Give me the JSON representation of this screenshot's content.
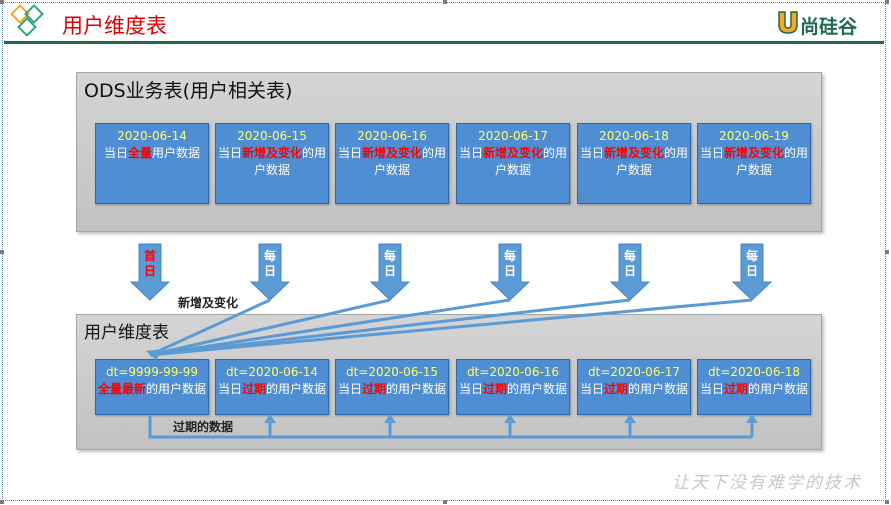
{
  "header": {
    "title": "用户维度表",
    "brand": "尚硅谷"
  },
  "ods_panel": {
    "title": "ODS业务表(用户相关表)",
    "boxes": [
      {
        "date": "2020-06-14",
        "pre": "当日",
        "highlight": "全量",
        "post": "用户数据"
      },
      {
        "date": "2020-06-15",
        "pre": "当日",
        "highlight": "新增及变化",
        "post": "的用户数据"
      },
      {
        "date": "2020-06-16",
        "pre": "当日",
        "highlight": "新增及变化",
        "post": "的用户数据"
      },
      {
        "date": "2020-06-17",
        "pre": "当日",
        "highlight": "新增及变化",
        "post": "的用户数据"
      },
      {
        "date": "2020-06-18",
        "pre": "当日",
        "highlight": "新增及变化",
        "post": "的用户数据"
      },
      {
        "date": "2020-06-19",
        "pre": "当日",
        "highlight": "新增及变化",
        "post": "的用户数据"
      }
    ]
  },
  "arrows": [
    "首日",
    "每日",
    "每日",
    "每日",
    "每日",
    "每日"
  ],
  "labels": {
    "new_and_changed": "新增及变化",
    "expired_data": "过期的数据"
  },
  "dim_panel": {
    "title": "用户维度表",
    "boxes": [
      {
        "date": "dt=9999-99-99",
        "pre": "",
        "highlight": "全量最新",
        "post": "的用户数据"
      },
      {
        "date": "dt=2020-06-14",
        "pre": "当日",
        "highlight": "过期",
        "post": "的用户数据"
      },
      {
        "date": "dt=2020-06-15",
        "pre": "当日",
        "highlight": "过期",
        "post": "的用户数据"
      },
      {
        "date": "dt=2020-06-16",
        "pre": "当日",
        "highlight": "过期",
        "post": "的用户数据"
      },
      {
        "date": "dt=2020-06-17",
        "pre": "当日",
        "highlight": "过期",
        "post": "的用户数据"
      },
      {
        "date": "dt=2020-06-18",
        "pre": "当日",
        "highlight": "过期",
        "post": "的用户数据"
      }
    ]
  },
  "footer": {
    "slogan": "让天下没有难学的技术"
  },
  "colors": {
    "box_fill": "#4f8ed3",
    "arrow_fill": "#5b9bd5",
    "accent_red": "#ff0000",
    "date_yellow": "#ffff66",
    "brand_green": "#1f6b4e"
  }
}
